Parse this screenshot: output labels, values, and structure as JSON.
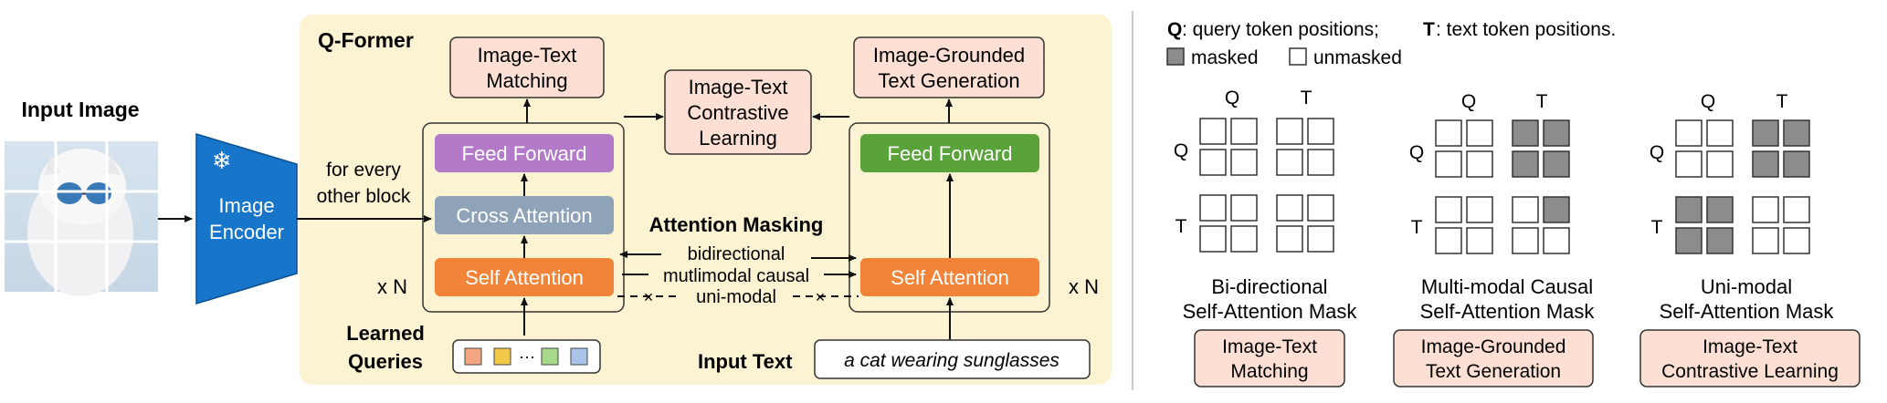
{
  "input_image": {
    "label": "Input Image"
  },
  "encoder": {
    "label_line1": "Image",
    "label_line2": "Encoder",
    "icon": "snowflake-icon"
  },
  "cross_link": {
    "line1": "for every",
    "line2": "other block"
  },
  "qformer": {
    "title": "Q-Former",
    "repeat_left": "x N",
    "repeat_right": "x N",
    "left_stack": {
      "feed_forward": "Feed Forward",
      "cross_attention": "Cross Attention",
      "self_attention": "Self Attention"
    },
    "right_stack": {
      "feed_forward": "Feed Forward",
      "self_attention": "Self Attention"
    },
    "objectives": {
      "itm": {
        "line1": "Image-Text",
        "line2": "Matching"
      },
      "itc": {
        "line1": "Image-Text",
        "line2": "Contrastive",
        "line3": "Learning"
      },
      "itg": {
        "line1": "Image-Grounded",
        "line2": "Text Generation"
      }
    },
    "masking": {
      "title": "Attention Masking",
      "bidirectional": "bidirectional",
      "causal": "mutlimodal causal",
      "unimodal": "uni-modal"
    },
    "queries": {
      "line1": "Learned",
      "line2": "Queries",
      "ellipsis": "···",
      "token_colors": [
        "#f4a582",
        "#f2c84b",
        "#a6d98a",
        "#a9c4e8"
      ]
    },
    "input_text": {
      "label": "Input Text",
      "example": "a cat wearing sunglasses"
    }
  },
  "legend": {
    "q_key": "Q",
    "q_desc": ": query token positions;",
    "t_key": "T",
    "t_desc": ": text token positions.",
    "masked": "masked",
    "unmasked": "unmasked"
  },
  "masks": [
    {
      "col_q": "Q",
      "col_t": "T",
      "row_q": "Q",
      "row_t": "T",
      "title_line1": "Bi-directional",
      "title_line2": "Self-Attention Mask",
      "task_line1": "Image-Text",
      "task_line2": "Matching",
      "grid": [
        [
          0,
          0,
          0,
          0
        ],
        [
          0,
          0,
          0,
          0
        ],
        [
          0,
          0,
          0,
          0
        ],
        [
          0,
          0,
          0,
          0
        ]
      ]
    },
    {
      "col_q": "Q",
      "col_t": "T",
      "row_q": "Q",
      "row_t": "T",
      "title_line1": "Multi-modal Causal",
      "title_line2": "Self-Attention Mask",
      "task_line1": "Image-Grounded",
      "task_line2": "Text Generation",
      "grid": [
        [
          0,
          0,
          1,
          1
        ],
        [
          0,
          0,
          1,
          1
        ],
        [
          0,
          0,
          0,
          1
        ],
        [
          0,
          0,
          0,
          0
        ]
      ]
    },
    {
      "col_q": "Q",
      "col_t": "T",
      "row_q": "Q",
      "row_t": "T",
      "title_line1": "Uni-modal",
      "title_line2": "Self-Attention Mask",
      "task_line1": "Image-Text",
      "task_line2": "Contrastive Learning",
      "grid": [
        [
          0,
          0,
          1,
          1
        ],
        [
          0,
          0,
          1,
          1
        ],
        [
          1,
          1,
          0,
          0
        ],
        [
          1,
          1,
          0,
          0
        ]
      ]
    }
  ],
  "colors": {
    "qformer_bg": "#fcf3d3",
    "objective_bg": "#fde0d3",
    "feed_forward_left": "#b27ac8",
    "cross_attention": "#8fa3b8",
    "self_attention": "#f2843a",
    "feed_forward_right": "#5aa23a",
    "encoder": "#1776c9",
    "masked": "#8c8c8c"
  }
}
